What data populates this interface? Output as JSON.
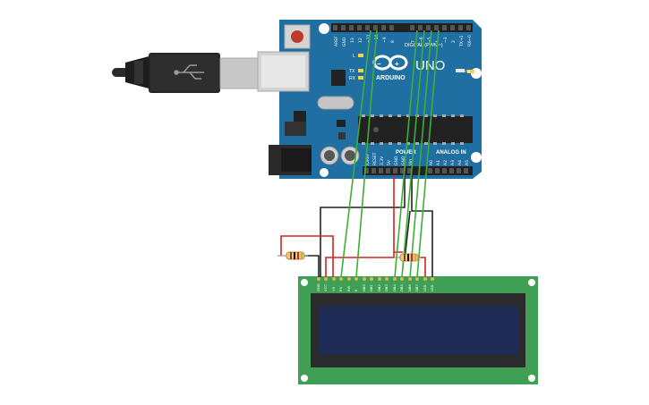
{
  "board": {
    "logo": "ARDUINO",
    "model": "UNO",
    "digital_header_label": "DIGITAL (PWM~)",
    "power_label": "POWER",
    "analog_label": "ANALOG IN",
    "led_labels": [
      "L",
      "TX",
      "RX"
    ],
    "on_label": "ON",
    "top_pin_labels": [
      "AREF",
      "GND",
      "13",
      "12",
      "~11",
      "~10",
      "~9",
      "8",
      "7",
      "~6",
      "~5",
      "4",
      "~3",
      "2",
      "TX→1",
      "RX←0"
    ],
    "bottom_pin_labels": [
      "IOREF",
      "RESET",
      "3.3V",
      "5V",
      "GND",
      "GND",
      "Vin",
      "A0",
      "A1",
      "A2",
      "A3",
      "A4",
      "A5"
    ]
  },
  "lcd": {
    "pin_labels": [
      "GND",
      "VCC",
      "V0",
      "RS",
      "RW",
      "E",
      "DB0",
      "DB1",
      "DB2",
      "DB3",
      "DB4",
      "DB5",
      "DB6",
      "DB7",
      "LED",
      "LED"
    ]
  },
  "colors": {
    "board": "#1f6fa3",
    "pcb_green": "#3fa055",
    "lcd_screen": "#1d2b55",
    "wire_green": "#3cb034",
    "wire_red": "#d8201c",
    "wire_black": "#222222"
  }
}
